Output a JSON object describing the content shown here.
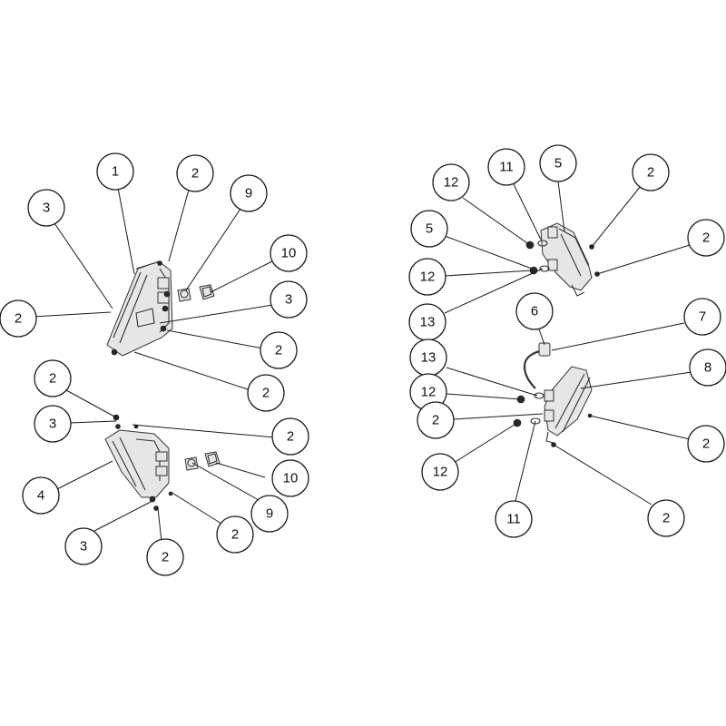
{
  "diagram": {
    "callouts": [
      "1",
      "2",
      "3",
      "9",
      "10",
      "3",
      "2",
      "2",
      "2",
      "2",
      "3",
      "4",
      "9",
      "10",
      "3",
      "2",
      "2",
      "2",
      "12",
      "11",
      "5",
      "2",
      "5",
      "12",
      "2",
      "13",
      "6",
      "7",
      "13",
      "8",
      "12",
      "2",
      "2",
      "12",
      "11",
      "2"
    ]
  }
}
